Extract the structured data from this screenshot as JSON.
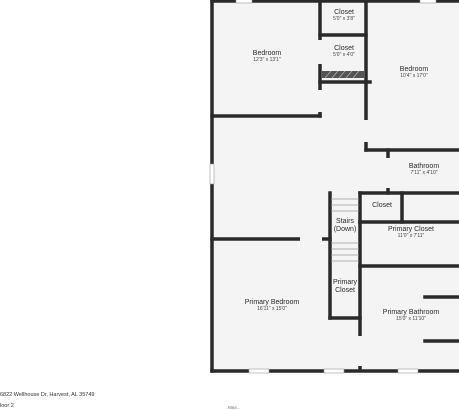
{
  "rooms": {
    "bedroom_left": {
      "name": "Bedroom",
      "dims": "12'3\" x 13'1\""
    },
    "closet_top": {
      "name": "Closet",
      "dims": "5'0\" x 3'8\""
    },
    "closet_mid": {
      "name": "Closet",
      "dims": "5'0\" x 4'0\""
    },
    "bedroom_right": {
      "name": "Bedroom",
      "dims": "10'4\" x 17'0\""
    },
    "bathroom": {
      "name": "Bathroom",
      "dims": "7'11\" x 4'10\""
    },
    "closet_small": {
      "name": "Closet"
    },
    "stairs": {
      "name": "Stairs",
      "note": "(Down)"
    },
    "primary_closet_right": {
      "name": "Primary Closet",
      "dims": "11'0\" x 7'11\""
    },
    "primary_bedroom": {
      "name": "Primary Bedroom",
      "dims": "16'11\" x 15'0\""
    },
    "primary_closet_small": {
      "name_line1": "Primary",
      "name_line2": "Closet"
    },
    "primary_bathroom": {
      "name": "Primary Bathroom",
      "dims": "15'0\" x 11'10\""
    }
  },
  "footer": {
    "address": "6822 Wellhouse Dr, Harvest, AL 35749",
    "floor": "loor 2",
    "disclaimer": "Mea..."
  }
}
